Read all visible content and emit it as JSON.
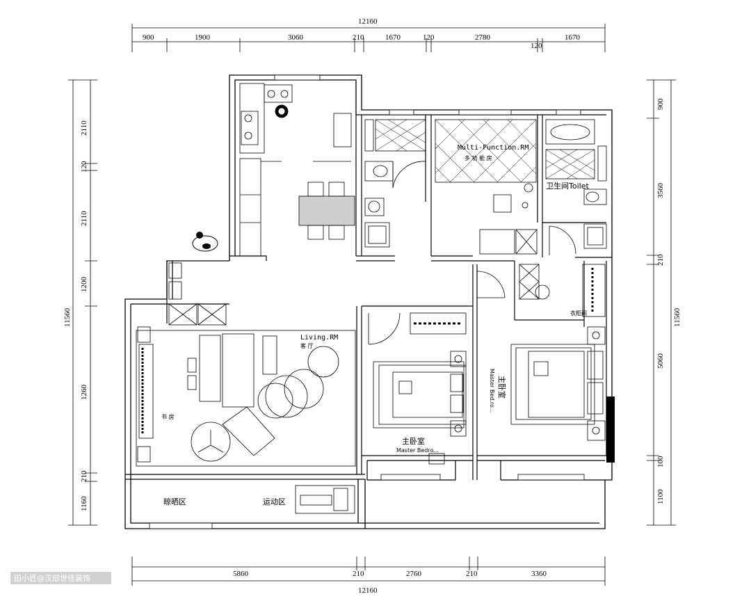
{
  "dimensions": {
    "top_total": "12160",
    "top_segments": [
      "900",
      "1900",
      "3060",
      "210",
      "1670",
      "120",
      "2780",
      "1670"
    ],
    "top_extra": "120",
    "bottom_total": "12160",
    "bottom_segments": [
      "5860",
      "210",
      "2760",
      "210",
      "3360"
    ],
    "left_total": "11560",
    "left_segments": [
      "2110",
      "120",
      "2110",
      "1200",
      "1260",
      "210",
      "1160"
    ],
    "right_total": "11560",
    "right_segments": [
      "900",
      "3560",
      "210",
      "5060",
      "100",
      "1100"
    ]
  },
  "rooms": {
    "multi_function_en": "Multi-Function.RM",
    "multi_function_cn": "多 功 能 房",
    "toilet": "卫生间Toilet",
    "living_en": "Living.RM",
    "living_cn": "客 厅",
    "study_cn": "书 房",
    "master_cn": "主卧室",
    "master_en": "Master Bedro...",
    "second_cn": "主卧室",
    "second_en": "Master Bed.ro...",
    "wardrobe": "衣柜间",
    "drying": "晾晒区",
    "exercise": "运动区"
  },
  "watermark": "田小匠@汉邸世佳装饰"
}
